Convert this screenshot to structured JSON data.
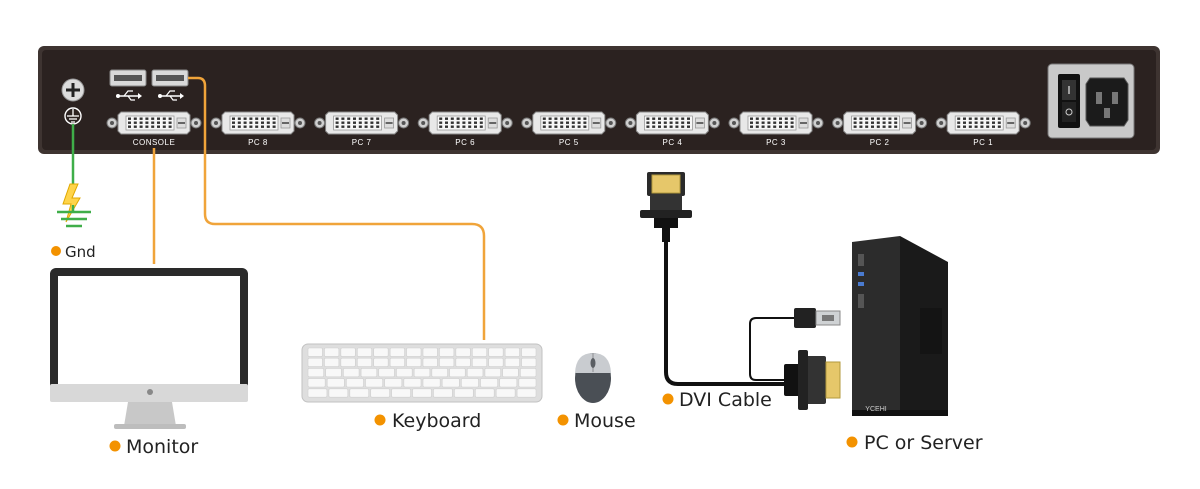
{
  "colors": {
    "panel": "#2b2220",
    "panel_edge": "#3e3431",
    "cable_orange": "#f0a43a",
    "ground_green": "#3fae49",
    "bullet": "#f39200",
    "text": "#222222"
  },
  "panel": {
    "usb_symbol_1": "⭠",
    "console_label": "CONSOLE",
    "pc_ports": [
      "PC 8",
      "PC 7",
      "PC 6",
      "PC 5",
      "PC 4",
      "PC 3",
      "PC 2",
      "PC 1"
    ]
  },
  "labels": {
    "gnd": "Gnd",
    "monitor": "Monitor",
    "keyboard": "Keyboard",
    "mouse": "Mouse",
    "dvi_cable": "DVI Cable",
    "pc_server": "PC or Server",
    "pc_brand": "YCEHI"
  }
}
